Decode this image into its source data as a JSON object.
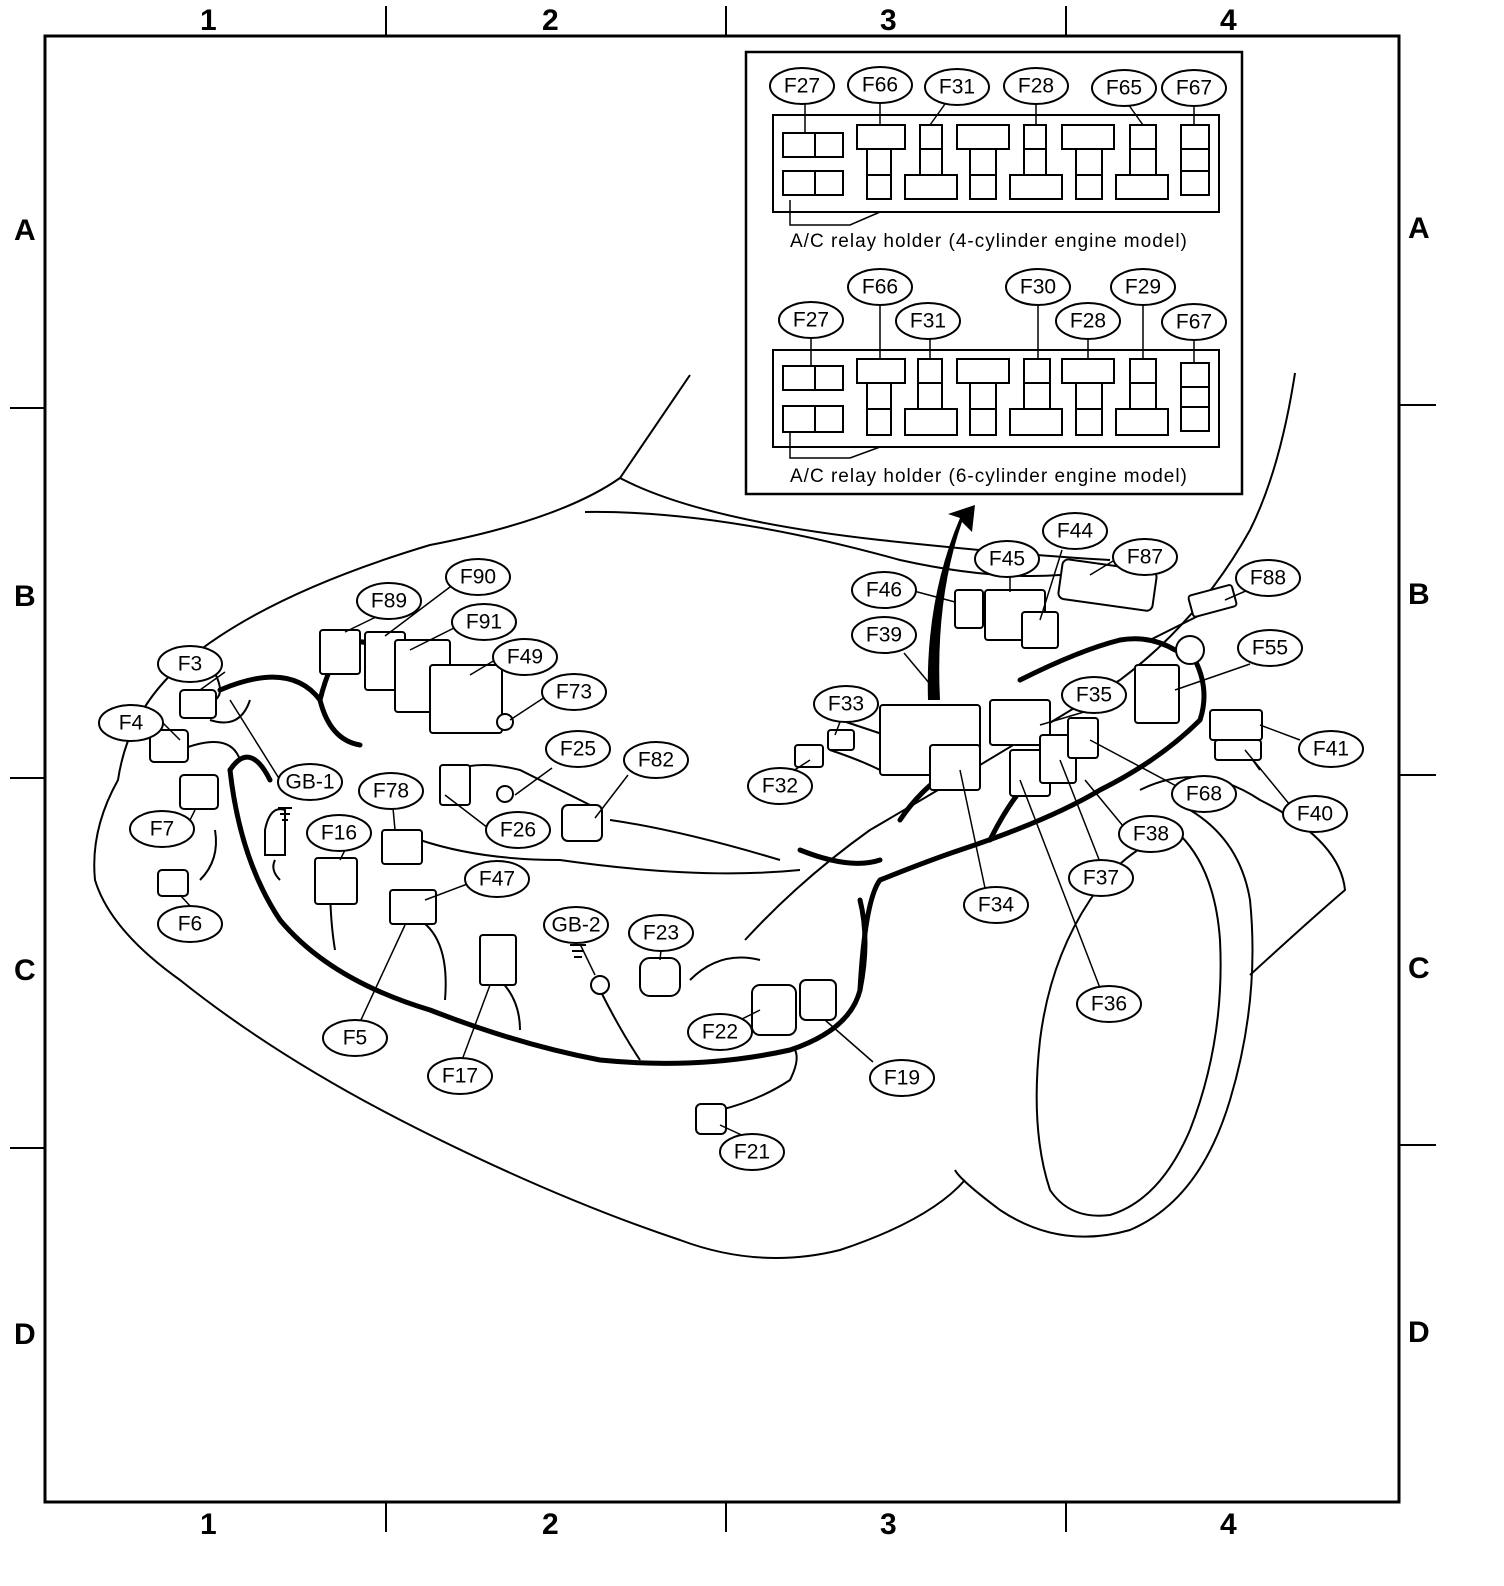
{
  "grid": {
    "columns": [
      "1",
      "2",
      "3",
      "4"
    ],
    "rows": [
      "A",
      "B",
      "C",
      "D"
    ]
  },
  "inset": {
    "holder_4cyl": {
      "caption": "A/C relay holder (4-cylinder engine model)",
      "labels": [
        "F27",
        "F66",
        "F31",
        "F28",
        "F65",
        "F67"
      ]
    },
    "holder_6cyl": {
      "caption": "A/C relay holder (6-cylinder engine model)",
      "labels": [
        "F27",
        "F66",
        "F31",
        "F30",
        "F28",
        "F29",
        "F67"
      ]
    }
  },
  "connectors": [
    "F3",
    "F4",
    "F7",
    "F6",
    "GB-1",
    "F89",
    "F90",
    "F91",
    "F49",
    "F73",
    "F78",
    "F16",
    "F47",
    "F5",
    "F17",
    "F25",
    "F26",
    "F82",
    "GB-2",
    "F23",
    "F22",
    "F19",
    "F21",
    "F33",
    "F32",
    "F39",
    "F46",
    "F45",
    "F44",
    "F87",
    "F88",
    "F55",
    "F35",
    "F41",
    "F40",
    "F68",
    "F38",
    "F37",
    "F34",
    "F36"
  ]
}
